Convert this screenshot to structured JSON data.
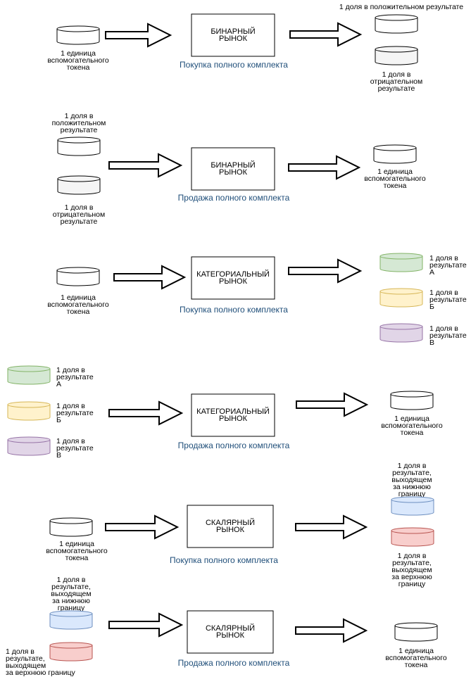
{
  "colors": {
    "line": "#000000",
    "caption": "#1f4e79",
    "white": "#ffffff",
    "gray": "#f5f5f5",
    "green": "#d5e8d4",
    "green_stroke": "#82b366",
    "yellow": "#fff2cc",
    "yellow_stroke": "#d6b656",
    "purple": "#e1d5e7",
    "purple_stroke": "#9673a6",
    "blue": "#dae8fc",
    "blue_stroke": "#6c8ebf",
    "red": "#f8cecc",
    "red_stroke": "#b85450"
  },
  "labels": {
    "unit_token": [
      "1 единица",
      "вспомогательного",
      "токена"
    ],
    "positive_one_line": [
      "1 доля в положительном результате"
    ],
    "positive": [
      "1 доля в",
      "положительном",
      "результате"
    ],
    "negative": [
      "1 доля в",
      "отрицательном",
      "результате"
    ],
    "outcome_a": [
      "1 доля в",
      "результате",
      "А"
    ],
    "outcome_b": [
      "1 доля в",
      "результате",
      "Б"
    ],
    "outcome_c": [
      "1 доля в",
      "результате",
      "В"
    ],
    "below_lower": [
      "1 доля в",
      "результате,",
      "выходящем",
      "за нижнюю",
      "границу"
    ],
    "above_upper": [
      "1 доля в",
      "результате,",
      "выходящем",
      "за верхнюю",
      "границу"
    ],
    "above_upper_left": [
      "1 доля в",
      "результате,",
      "выходящем",
      "за верхнюю границу"
    ]
  },
  "markets": {
    "binary": [
      "БИНАРНЫЙ",
      "РЫНОК"
    ],
    "categorical": [
      "КАТЕГОРИАЛЬНЫЙ",
      "РЫНОК"
    ],
    "scalar": [
      "СКАЛЯРНЫЙ",
      "РЫНОК"
    ]
  },
  "captions": {
    "buy": "Покупка полного комплекта",
    "sell": "Продажа полного комплекта"
  },
  "rows": [
    {
      "market": "binary",
      "caption": "buy",
      "inputs": [
        {
          "color": "white",
          "label": "unit_token"
        }
      ],
      "outputs": [
        {
          "color": "white",
          "label": "positive_one_line"
        },
        {
          "color": "gray",
          "label": "negative"
        }
      ]
    },
    {
      "market": "binary",
      "caption": "sell",
      "inputs": [
        {
          "color": "white",
          "label": "positive"
        },
        {
          "color": "gray",
          "label": "negative"
        }
      ],
      "outputs": [
        {
          "color": "white",
          "label": "unit_token"
        }
      ]
    },
    {
      "market": "categorical",
      "caption": "buy",
      "inputs": [
        {
          "color": "white",
          "label": "unit_token"
        }
      ],
      "outputs": [
        {
          "color": "green",
          "label": "outcome_a"
        },
        {
          "color": "yellow",
          "label": "outcome_b"
        },
        {
          "color": "purple",
          "label": "outcome_c"
        }
      ]
    },
    {
      "market": "categorical",
      "caption": "sell",
      "inputs": [
        {
          "color": "green",
          "label": "outcome_a"
        },
        {
          "color": "yellow",
          "label": "outcome_b"
        },
        {
          "color": "purple",
          "label": "outcome_c"
        }
      ],
      "outputs": [
        {
          "color": "white",
          "label": "unit_token"
        }
      ]
    },
    {
      "market": "scalar",
      "caption": "buy",
      "inputs": [
        {
          "color": "white",
          "label": "unit_token"
        }
      ],
      "outputs": [
        {
          "color": "blue",
          "label": "below_lower"
        },
        {
          "color": "red",
          "label": "above_upper"
        }
      ]
    },
    {
      "market": "scalar",
      "caption": "sell",
      "inputs": [
        {
          "color": "blue",
          "label": "below_lower"
        },
        {
          "color": "red",
          "label": "above_upper_left"
        }
      ],
      "outputs": [
        {
          "color": "white",
          "label": "unit_token"
        }
      ]
    }
  ]
}
